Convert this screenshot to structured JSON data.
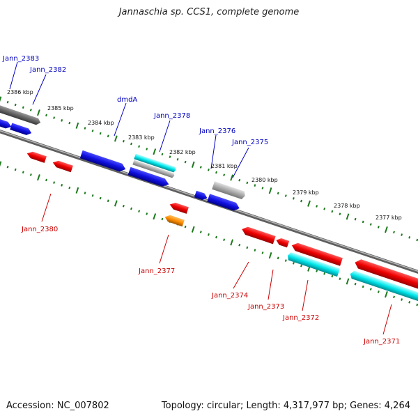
{
  "header": {
    "title": "Jannaschia sp. CCS1, complete genome"
  },
  "footer": {
    "accession": "Accession: NC_007802",
    "stats": "Topology: circular; Length: 4,317,977 bp; Genes: 4,264"
  },
  "colors": {
    "backbone": "#777777",
    "tick": "#1c7a1c",
    "forward_gene": "#1010e0",
    "forward_label": "#0000c0",
    "reverse_gene": "#ee0000",
    "reverse_label": "#cc0000",
    "rna": "#00e6ea",
    "pseudo": "#999999",
    "other": "#ff8c00"
  },
  "scale_labels": [
    "2386 kbp",
    "2385 kbp",
    "2384 kbp",
    "2383 kbp",
    "2382 kbp",
    "2381 kbp",
    "2380 kbp",
    "2379 kbp",
    "2378 kbp",
    "2377 kbp"
  ],
  "forward_labels": [
    "Jann_2383",
    "Jann_2382",
    "dmdA",
    "Jann_2378",
    "Jann_2376",
    "Jann_2375"
  ],
  "reverse_labels": [
    "Jann_2380",
    "Jann_2377",
    "Jann_2374",
    "Jann_2373",
    "Jann_2372",
    "Jann_2371"
  ]
}
